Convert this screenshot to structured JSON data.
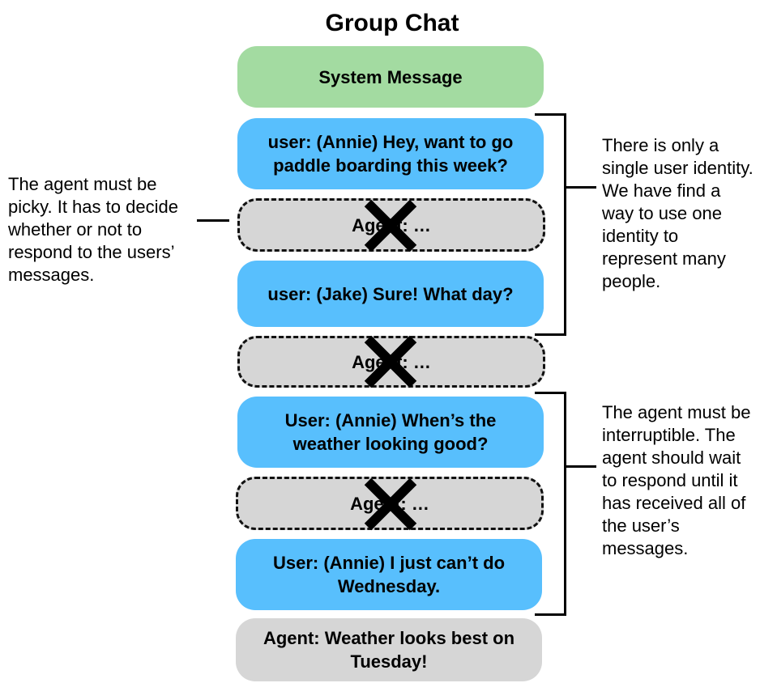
{
  "title": "Group Chat",
  "messages": {
    "system": "System Message",
    "m1": "user: (Annie) Hey, want to go paddle boarding this week?",
    "skip1": "Agent: …",
    "m2": "user: (Jake) Sure! What day?",
    "skip2": "Agent: …",
    "m3": "User: (Annie) When’s the weather looking good?",
    "skip3": "Agent: …",
    "m4": "User: (Annie) I just can’t do Wednesday.",
    "reply": "Agent: Weather looks best on Tuesday!"
  },
  "notes": {
    "left": "The agent must be picky. It has to decide whether or not to respond to the users’ messages.",
    "right_top": "There is only a single user identity. We have find a way to use one identity to represent many people.",
    "right_bottom": "The agent must be interruptible. The agent should wait to respond until it has received all of the user’s messages."
  },
  "colors": {
    "system": "#a3dba1",
    "user": "#58bffd",
    "agent": "#d6d6d6",
    "cross": "#000000"
  },
  "icons": {
    "skipped_marker": "cross-icon"
  }
}
